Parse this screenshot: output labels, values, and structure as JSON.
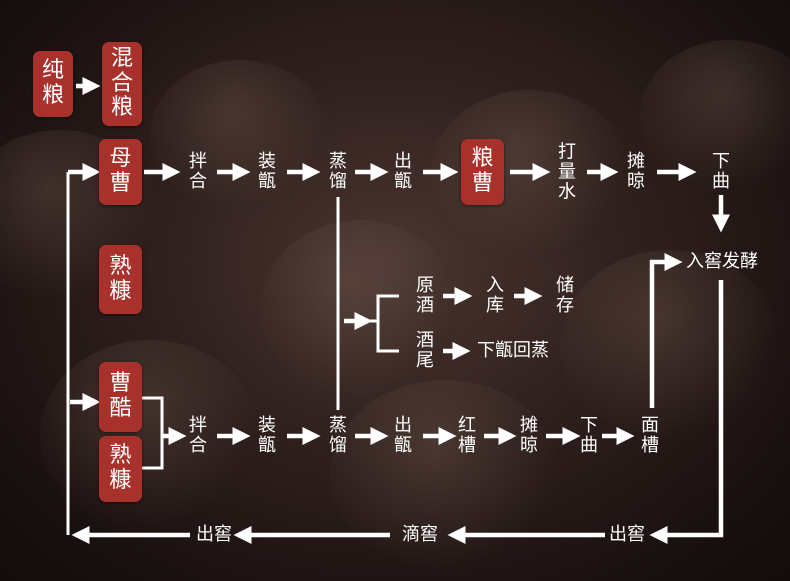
{
  "boxes": {
    "chun_liang": "纯粮",
    "hun_he_liang": "混合粮",
    "mu_cao": "母曹",
    "shu_kang_1": "熟糠",
    "liang_cao": "粮曹",
    "cao_cu": "曹酷",
    "shu_kang_2": "熟糠"
  },
  "top_row": [
    "拌合",
    "装甑",
    "蒸馏",
    "出甑",
    "打量水",
    "摊晾",
    "下曲"
  ],
  "ferment": "入窖发酵",
  "branch": {
    "yuan_jiu": "原酒",
    "ru_ku": "入库",
    "chu_cun": "储存",
    "jiu_wei": "酒尾",
    "xia_zeng": "下甑回蒸"
  },
  "bottom_row": [
    "拌合",
    "装甑",
    "蒸馏",
    "出甑",
    "红槽",
    "摊晾",
    "下曲",
    "面槽"
  ],
  "return_row": [
    "出窖",
    "滴窖",
    "出窖"
  ]
}
